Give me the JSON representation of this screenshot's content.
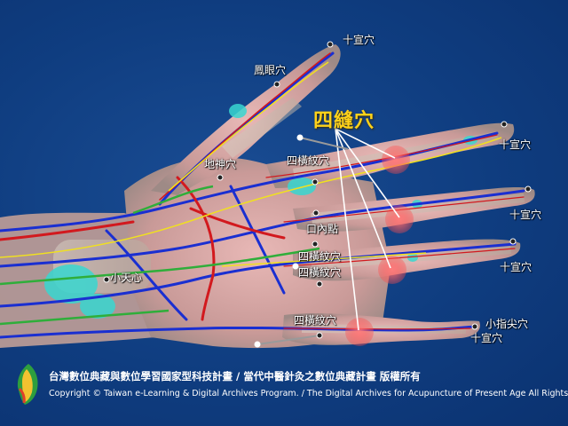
{
  "title": "四縫穴",
  "labels": {
    "shixuan_index": "十宣穴",
    "fengyan": "鳳眼穴",
    "shixuan_middle": "十宣穴",
    "dishen": "地神穴",
    "sihengwen_1": "四橫紋穴",
    "shixuan_ring": "十宣穴",
    "kouneidian": "口內點",
    "sihengwen_2": "四橫紋穴",
    "sihengwen_3": "四橫紋穴",
    "shixuan_little": "十宣穴",
    "xiaotianxin": "小天心",
    "sihengwen_4": "四橫紋穴",
    "xiaozhijian": "小指尖穴",
    "shixuan_bottom": "十宣穴"
  },
  "footer": {
    "program": "台灣數位典藏與數位學習國家型科技計畫 / 當代中醫針灸之數位典藏計畫 版權所有",
    "copyright": "Copyright © Taiwan e-Learning & Digital Archives Program. / The Digital Archives for Acupuncture of Present Age All Rights Reserved."
  },
  "colors": {
    "background": "#0f3d80",
    "title": "#ffd21a",
    "point_highlight": "#ff5a5a",
    "vein": "#1a2fd1",
    "artery": "#d2191e",
    "nerve": "#f0e020",
    "lymph": "#2fae3a"
  }
}
